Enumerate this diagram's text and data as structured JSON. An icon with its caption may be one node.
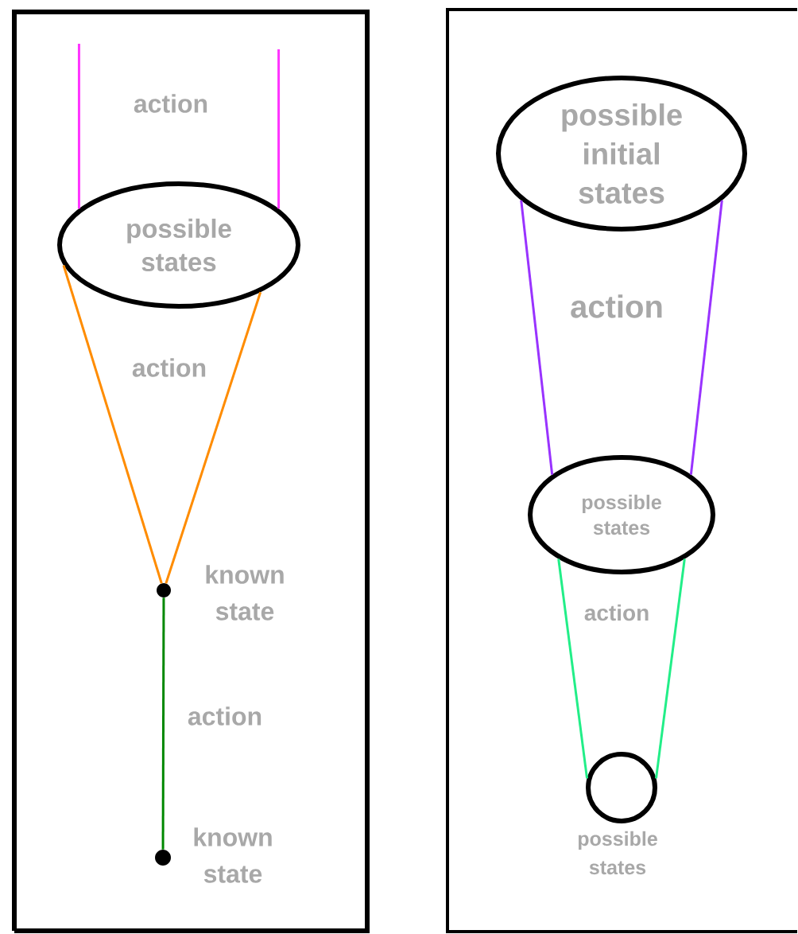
{
  "diagram": {
    "nodes": [
      {
        "text": [
          "possible states"
        ]
      },
      {
        "text": [],
        "shape": "circle",
        "beside": [
          "known state"
        ]
      },
      {
        "text": [],
        "shape": "circle",
        "beside": [
          "known state"
        ]
      },
      {
        "text": [
          "possible initial states"
        ]
      },
      {
        "text": [
          "possible states"
        ]
      },
      {
        "text": [],
        "shape": "circle",
        "beside": [
          "possible states"
        ]
      }
    ],
    "edges": [
      {
        "from": null,
        "to": 0,
        "arrow": "none",
        "color": "#ff33ff"
      },
      {
        "from": null,
        "to": 0,
        "arrow": "none",
        "color": "#ff33ff"
      },
      {
        "from": 0,
        "to": 1,
        "arrow": "none",
        "color": "#ff8c00"
      },
      {
        "from": 0,
        "to": 1,
        "arrow": "none",
        "color": "#ff8c00"
      },
      {
        "from": 1,
        "to": 2,
        "arrow": "none",
        "color": "#008800"
      },
      {
        "from": 3,
        "to": 4,
        "arrow": "none",
        "color": "#9933ff"
      },
      {
        "from": 3,
        "to": 4,
        "arrow": "none",
        "color": "#9933ff"
      },
      {
        "from": 4,
        "to": 5,
        "arrow": "none",
        "color": "#22ee88"
      },
      {
        "from": 4,
        "to": 5,
        "arrow": "none",
        "color": "#22ee88"
      }
    ],
    "labels": [
      "action",
      "action",
      "action",
      "action",
      "action"
    ]
  }
}
